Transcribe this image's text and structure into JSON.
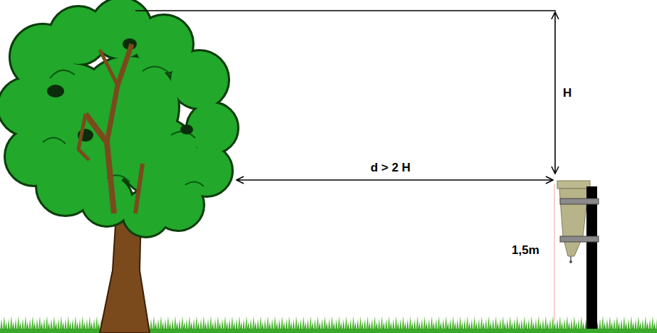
{
  "diagram": {
    "labels": [
      "H",
      "d > 2 H",
      "1,5m"
    ]
  }
}
